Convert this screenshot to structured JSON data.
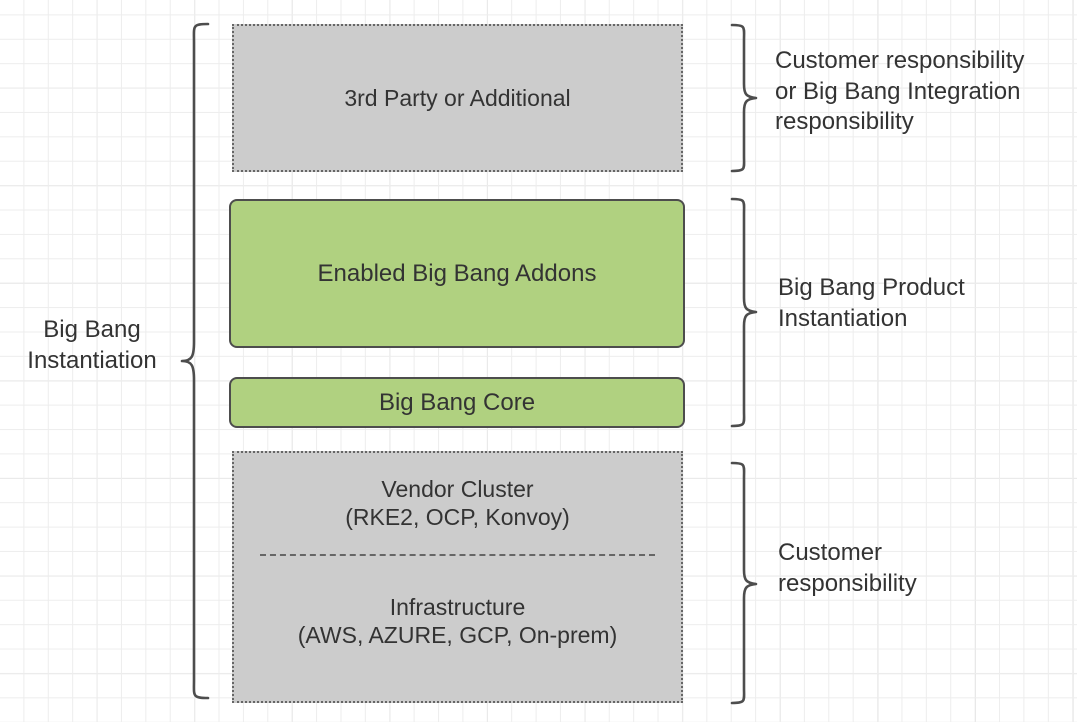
{
  "diagram": {
    "title": "Big Bang Instantiation layered responsibility diagram",
    "background": {
      "grid": "on",
      "minor_grid_color": "#ededed",
      "major_grid_color": "#d9d9d9",
      "canvas_color": "#ffffff"
    },
    "colors": {
      "green_fill": "#b0d180",
      "gray_fill": "#cccccc",
      "border_dark": "#4d4d4d",
      "border_dotted": "#666666",
      "text": "#333333"
    },
    "layers": [
      {
        "id": "third-party",
        "label": "3rd Party or Additional",
        "style": "dotted-gray",
        "fill": "#cccccc"
      },
      {
        "id": "addons",
        "label": "Enabled Big Bang Addons",
        "style": "solid-green",
        "fill": "#b0d180"
      },
      {
        "id": "core",
        "label": "Big Bang Core",
        "style": "solid-green",
        "fill": "#b0d180"
      },
      {
        "id": "foundation",
        "style": "dotted-gray",
        "fill": "#cccccc",
        "upper_label": "Vendor Cluster\n(RKE2, OCP, Konvoy)",
        "divider": "dashed",
        "lower_label": "Infrastructure\n(AWS, AZURE, GCP, On-prem)"
      }
    ],
    "left_bracket": {
      "label": "Big Bang\nInstantiation",
      "spans": "third-party through foundation"
    },
    "right_brackets": [
      {
        "id": "bracket-customer-or-integration",
        "label": "Customer responsibility\nor Big Bang Integration\nresponsibility",
        "spans": "3rd Party or Additional"
      },
      {
        "id": "bracket-product-instantiation",
        "label": "Big Bang Product\nInstantiation",
        "spans": "Enabled Big Bang Addons through Big Bang Core"
      },
      {
        "id": "bracket-customer-responsibility",
        "label": "Customer\nresponsibility",
        "spans": "Vendor Cluster and Infrastructure"
      }
    ]
  }
}
